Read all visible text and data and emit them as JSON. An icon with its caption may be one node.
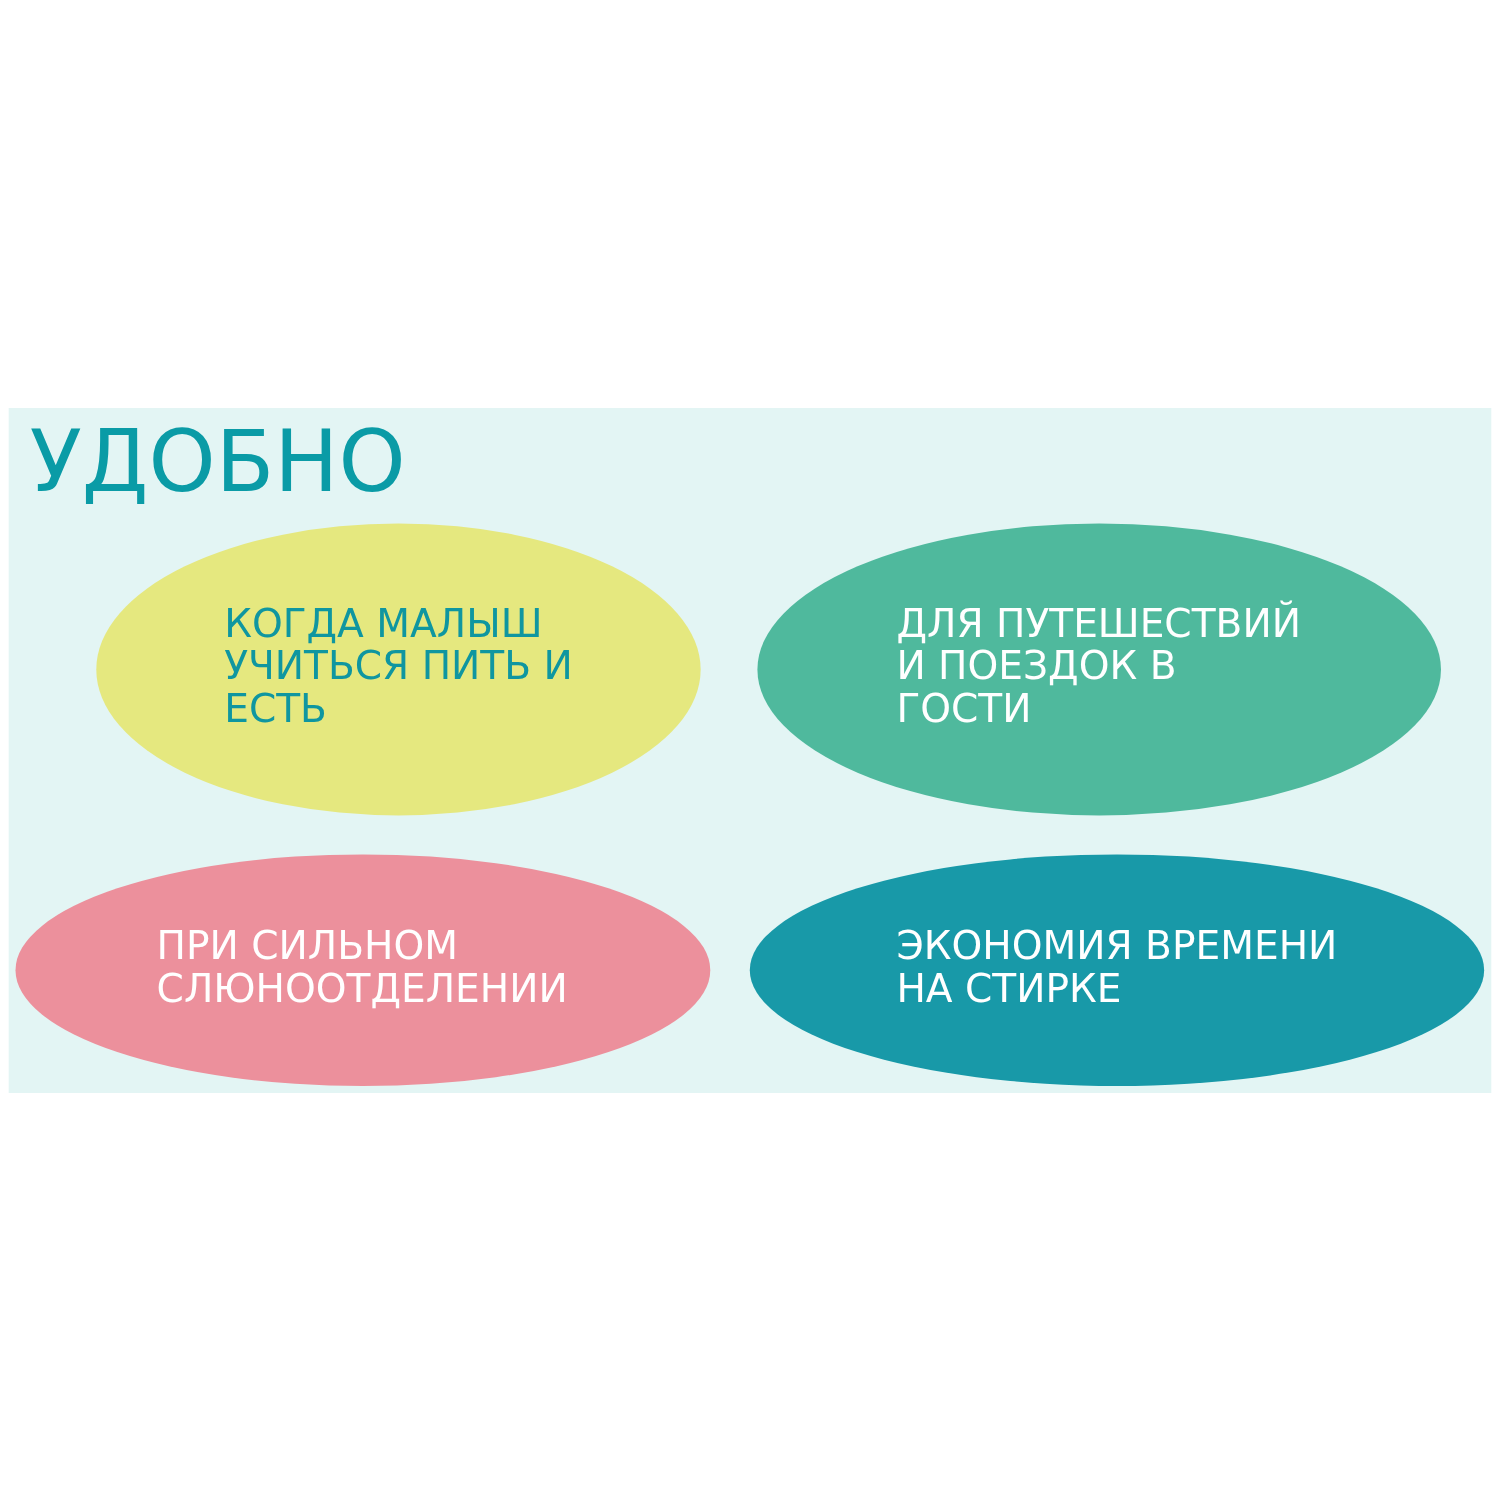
{
  "diagram": {
    "title": "УДОБНО",
    "nodes": [
      {
        "text": [
          "ДЛЯ ПУТЕШЕСТВИЙ И ПОЕЗДОК В ГОСТИ"
        ]
      },
      {
        "text": [
          "КОГДА МАЛЫШ УЧИТЬСЯ ПИТЬ И ЕСТЬ"
        ]
      },
      {
        "text": [
          "ЭКОНОМИЯ ВРЕМЕНИ НА СТИРКЕ"
        ]
      },
      {
        "text": [
          "ПРИ СИЛЬНОМ СЛЮНООТДЕЛЕНИИ"
        ]
      }
    ]
  }
}
